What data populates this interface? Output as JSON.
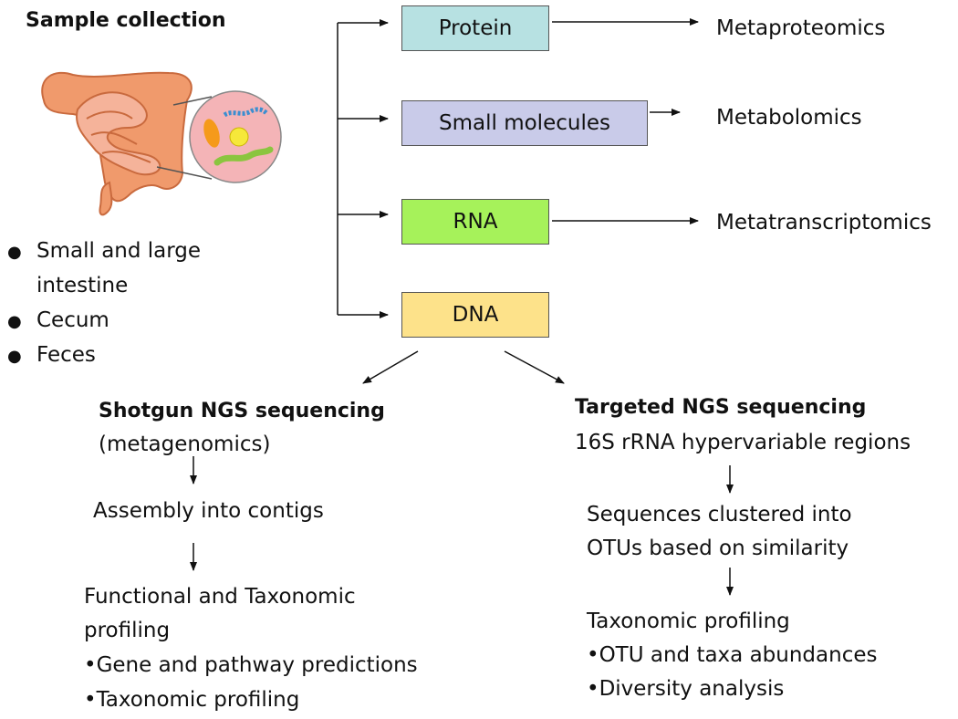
{
  "sample": {
    "title": "Sample collection",
    "bullets": [
      "Small and large",
      "intestine",
      "Cecum",
      "Feces"
    ]
  },
  "boxes": [
    {
      "label": "Protein",
      "fill": "#b7e1e2",
      "result": "Metaproteomics"
    },
    {
      "label": "Small molecules",
      "fill": "#c9cbe9",
      "result": "Metabolomics"
    },
    {
      "label": "RNA",
      "fill": "#a6f25a",
      "result": "Metatranscriptomics"
    },
    {
      "label": "DNA",
      "fill": "#fde28a"
    }
  ],
  "shotgun": {
    "title": "Shotgun NGS sequencing",
    "subtitle": "(metagenomics)",
    "step1": "Assembly into contigs",
    "step2_line1": "Functional and Taxonomic",
    "step2_line2": "profiling",
    "items": [
      "•Gene and pathway predictions",
      "•Taxonomic profiling"
    ]
  },
  "targeted": {
    "title": "Targeted NGS sequencing",
    "subtitle": "16S rRNA hypervariable regions",
    "step1_line1": "Sequences clustered into",
    "step1_line2": "OTUs based on similarity",
    "step2": "Taxonomic profiling",
    "items": [
      "•OTU and taxa abundances",
      "•Diversity analysis"
    ]
  },
  "colors": {
    "intestine": "#f09a6c",
    "intestine_outline": "#c96a3e",
    "zoom_circle": "#f4b4b7"
  }
}
